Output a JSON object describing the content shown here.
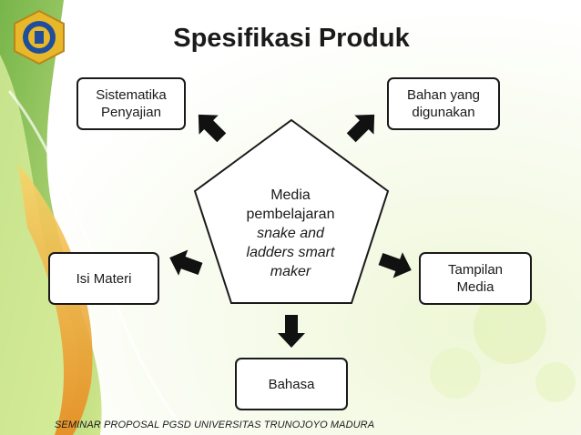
{
  "title": "Spesifikasi Produk",
  "center": {
    "line1": "Media",
    "line2": "pembelajaran",
    "line3": "snake and",
    "line4": "ladders smart",
    "line5": "maker"
  },
  "nodes": {
    "sistematika": [
      "Sistematika",
      "Penyajian"
    ],
    "bahan": [
      "Bahan yang",
      "digunakan"
    ],
    "isi_materi": [
      "Isi Materi"
    ],
    "tampilan": [
      "Tampilan",
      "Media"
    ],
    "bahasa": [
      "Bahasa"
    ]
  },
  "footer": "SEMINAR PROPOSAL PGSD UNIVERSITAS TRUNOJOYO MADURA",
  "colors": {
    "leaf_green": "#8cc63f",
    "leaf_orange": "#f2a23a",
    "logo_gold": "#e8b82a",
    "logo_blue": "#1f4e9c"
  }
}
